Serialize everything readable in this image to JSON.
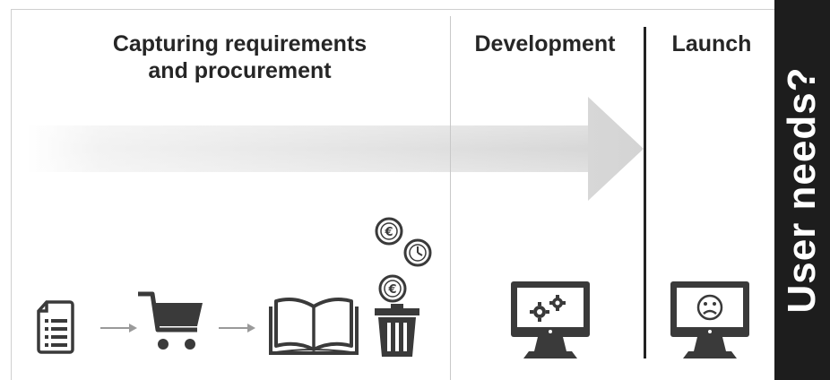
{
  "stages": {
    "capture": {
      "line1": "Capturing requirements",
      "line2": "and procurement"
    },
    "development": "Development",
    "launch": "Launch"
  },
  "sidebar": {
    "label": "User needs?"
  },
  "icons": {
    "capture": [
      "document-icon",
      "arrow-right-icon",
      "shopping-cart-icon",
      "arrow-right-icon",
      "open-book-icon",
      "waste-bin-icon",
      "euro-coin-icon",
      "clock-coin-icon",
      "euro-coin-icon"
    ],
    "development": [
      "monitor-icon",
      "gears-icon"
    ],
    "launch": [
      "monitor-icon",
      "sad-face-icon"
    ]
  },
  "colors": {
    "sidebar": "#1d1d1d",
    "sidebar_text": "#ffffff",
    "arrow": "#d9d9d9",
    "icon": "#3a3a3a"
  },
  "progress": "gradient arrow from left to right"
}
